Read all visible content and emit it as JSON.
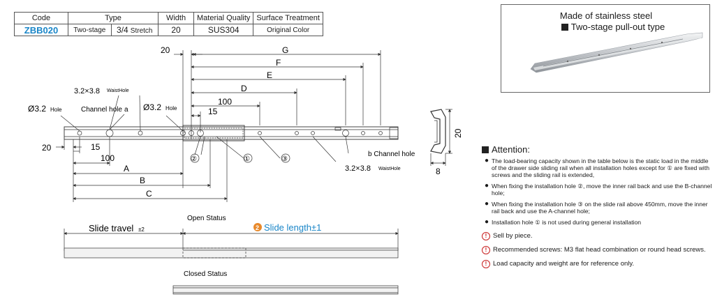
{
  "spec_table": {
    "headers": [
      "Code",
      "Type",
      "Width",
      "Material Quality",
      "Surface Treatment"
    ],
    "row": {
      "code": "ZBB020",
      "type_a": "Two-stage",
      "type_b": "3/4",
      "type_c": "Stretch",
      "width": "20",
      "material": "SUS304",
      "surface": "Original Color"
    }
  },
  "product": {
    "title": "Made of stainless steel",
    "subtitle": "Two-stage pull-out type"
  },
  "dimensions": {
    "top_20": "20",
    "G": "G",
    "F": "F",
    "E": "E",
    "D": "D",
    "d100": "100",
    "d15": "15",
    "left_20": "20",
    "left_15": "15",
    "left_100": "100",
    "A": "A",
    "B": "B",
    "C": "C",
    "side_20": "20",
    "side_8": "8"
  },
  "callouts": {
    "hole_32_left": "Ø3.2",
    "hole_word_left": "Hole",
    "waist_left_a": "3.2×3.8",
    "waist_left_b": "WaistHole",
    "channel_hole_a_text": "Channel hole",
    "channel_hole_a_letter": "a",
    "hole_32_mid": "Ø3.2",
    "hole_word_mid": "Hole",
    "circ1": "①",
    "circ2": "②",
    "circ3": "③",
    "channel_hole_b": "b Channel hole",
    "waist_right_a": "3.2×3.8",
    "waist_right_b": "WaistHole"
  },
  "status": {
    "open_label": "Open Status",
    "slide_travel": "Slide travel",
    "slide_travel_tol": "±2",
    "slide_length_num": "2",
    "slide_length": "Slide length±1",
    "closed_label": "Closed Status"
  },
  "attention": {
    "title": "Attention:",
    "items": [
      "The load-bearing capacity shown in the table below is the static load in the middle of the drawer side sliding rail when all installation holes except for ① are fixed with screws and the sliding rail is extended,",
      "When fixing the installation hole ②, move the inner rail back and use the B-channel hole;",
      "When fixing the installation hole ③ on the slide rail above 450mm, move the inner rail back and use the A-channel hole;",
      "Installation hole ① is not used during general installation"
    ],
    "warnings": [
      "Sell by piece.",
      "Recommended screws: M3 flat head combination or round head screws.",
      "Load capacity and weight are for reference only."
    ]
  },
  "colors": {
    "code_blue": "#1a86c8",
    "accent_orange": "#e8892b",
    "warn_red": "#c81e1e",
    "line": "#333333"
  }
}
